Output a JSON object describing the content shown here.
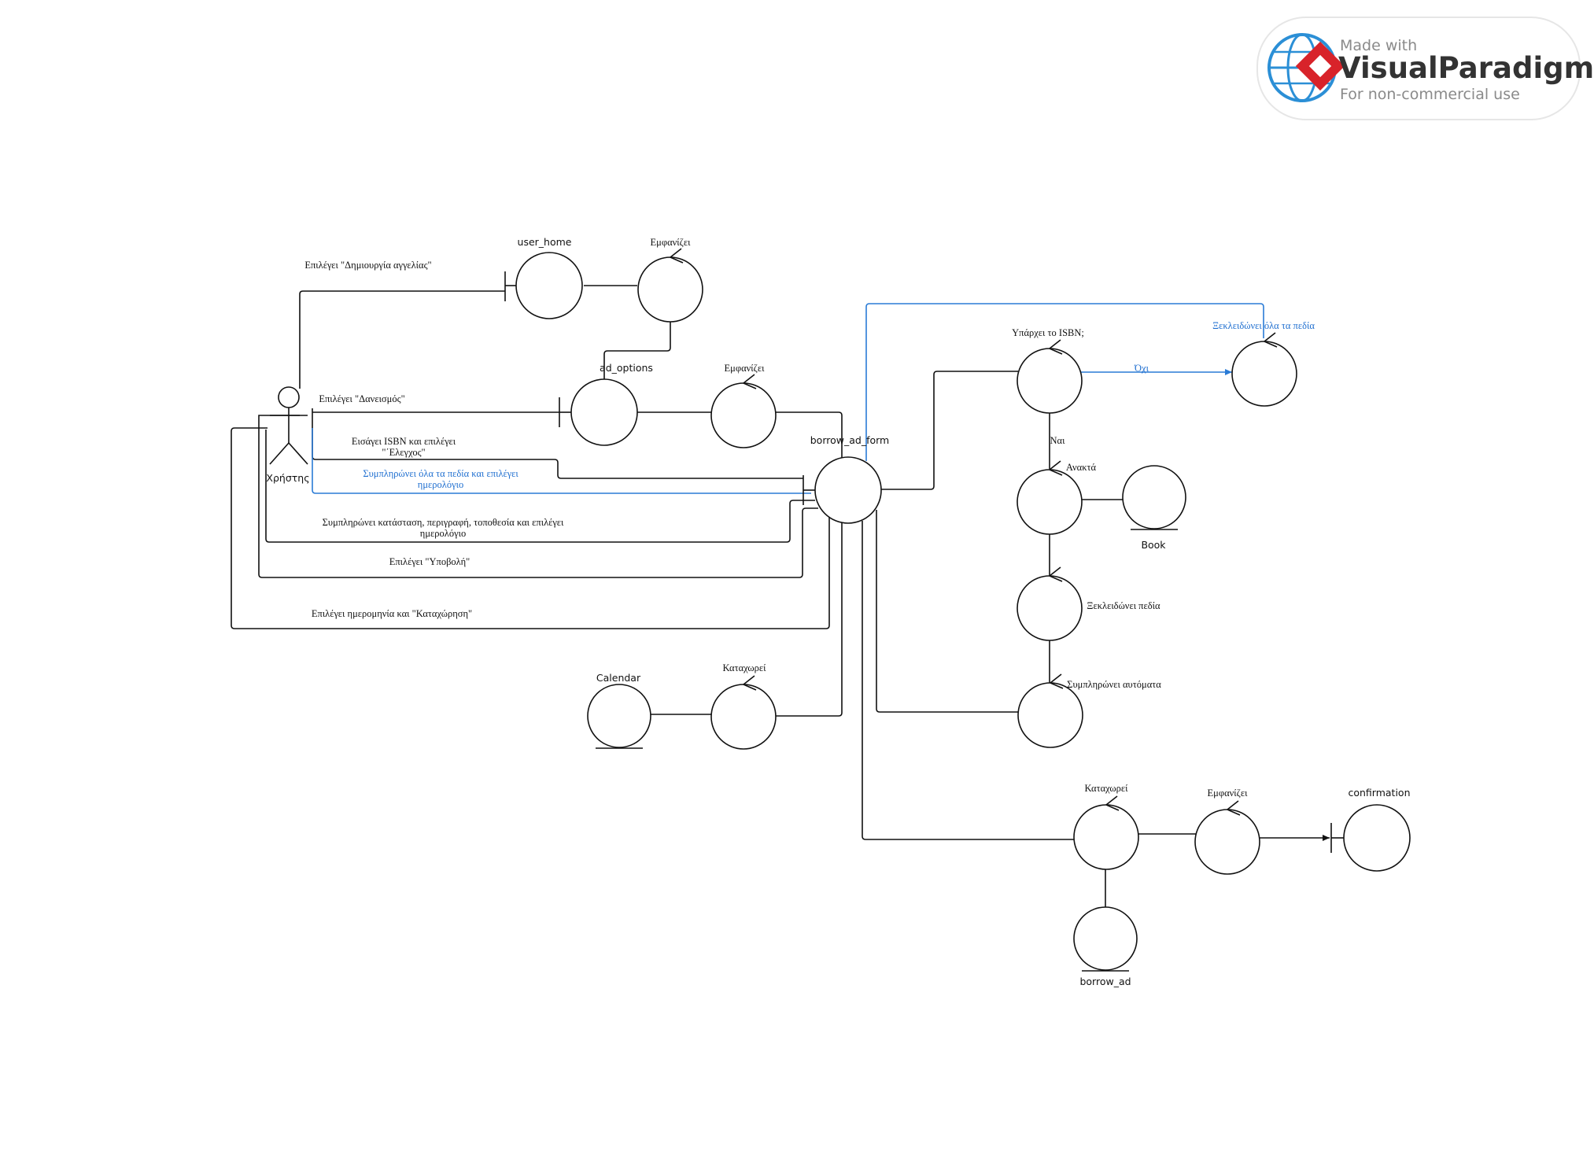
{
  "watermark": {
    "line1": "Made with",
    "brand": "VisualParadigm",
    "line3": "For non-commercial use"
  },
  "actor": {
    "name": "Χρήστης"
  },
  "nodes": {
    "user_home": "user_home",
    "emfanizei_1": "Εμφανίζει",
    "ad_options": "ad_options",
    "emfanizei_2": "Εμφανίζει",
    "borrow_ad_form": "borrow_ad_form",
    "yparxei_isbn": "Υπάρχει το ISBN;",
    "xekleidwnei_ola": "Ξεκλειδώνει όλα τα πεδία",
    "anakta": "Ανακτά",
    "book": "Book",
    "xekleidwnei_pedia": "Ξεκλειδώνει πεδία",
    "symplirwnei_aftomata": "Συμπληρώνει αυτόματα",
    "calendar": "Calendar",
    "kataxwrei_1": "Καταχωρεί",
    "kataxwrei_2": "Καταχωρεί",
    "emfanizei_3": "Εμφανίζει",
    "confirmation": "confirmation",
    "borrow_ad": "borrow_ad"
  },
  "messages": {
    "m1": "Επιλέγει \"Δημιουργία αγγελίας\"",
    "m2": "Επιλέγει \"Δανεισμός\"",
    "m3a": "Εισάγει ISBN και επιλέγει",
    "m3b": "\"΄Ελεγχος\"",
    "m4a": "Συμπληρώνει όλα τα πεδία  και επιλέγει",
    "m4b": "ημερολόγιο",
    "m5a": "Συμπληρώνει κατάσταση, περιγραφή, τοποθεσία και επιλέγει",
    "m5b": "ημερολόγιο",
    "m6": "Επιλέγει \"Υποβολή\"",
    "m7": "Επιλέγει ημερομηνία και \"Καταχώρηση\"",
    "no": "Όχι",
    "yes": "Ναι"
  },
  "colors": {
    "line": "#111111",
    "alt_flow": "#2a7bd6",
    "brand_red": "#d8232a",
    "globe_blue": "#2b8fd6"
  }
}
